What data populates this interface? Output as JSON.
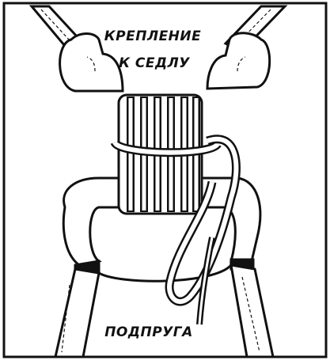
{
  "labels": {
    "top_line1": "КРЕПЛЕНИЕ",
    "top_line2": "К СЕДЛУ",
    "bottom": "ПОДПРУГА"
  },
  "colors": {
    "ink": "#111111",
    "paper": "#ffffff"
  }
}
